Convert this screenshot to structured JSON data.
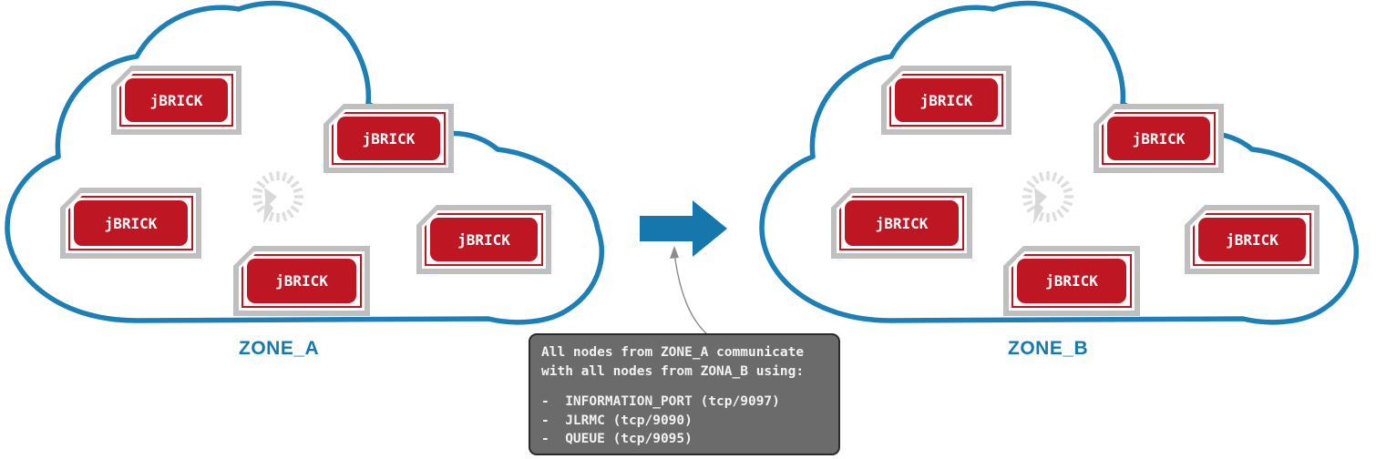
{
  "diagram": {
    "title": "jBRICK zone communication diagram",
    "colors": {
      "cloud_stroke": "#1C7FB5",
      "zone_label": "#1679AE",
      "node_red": "#BE1622",
      "node_frame_gray": "#BFBFBF",
      "tooltip_bg": "#6B6B6B",
      "tooltip_border": "#2A2A2A",
      "arrow_blue": "#1577AC",
      "spinner_gray": "#DCDCDC",
      "connector_gray": "#8C8C8C"
    }
  },
  "zones": [
    {
      "id": "zone-a",
      "label": "ZONE_A",
      "spinner_icon": "refresh-spinner-icon",
      "nodes": [
        {
          "label": "jBRICK"
        },
        {
          "label": "jBRICK"
        },
        {
          "label": "jBRICK"
        },
        {
          "label": "jBRICK"
        },
        {
          "label": "jBRICK"
        }
      ]
    },
    {
      "id": "zone-b",
      "label": "ZONE_B",
      "spinner_icon": "refresh-spinner-icon",
      "nodes": [
        {
          "label": "jBRICK"
        },
        {
          "label": "jBRICK"
        },
        {
          "label": "jBRICK"
        },
        {
          "label": "jBRICK"
        },
        {
          "label": "jBRICK"
        }
      ]
    }
  ],
  "flow_arrow": {
    "icon": "right-arrow-icon",
    "direction": "right"
  },
  "callout": {
    "pointer_icon": "curved-arrow-icon",
    "lines": [
      "All nodes from ZONE_A communicate",
      "with all nodes from ZONA_B using:"
    ],
    "ports": [
      "-  INFORMATION_PORT (tcp/9097)",
      "-  JLRMC (tcp/9090)",
      "-  QUEUE (tcp/9095)"
    ]
  }
}
